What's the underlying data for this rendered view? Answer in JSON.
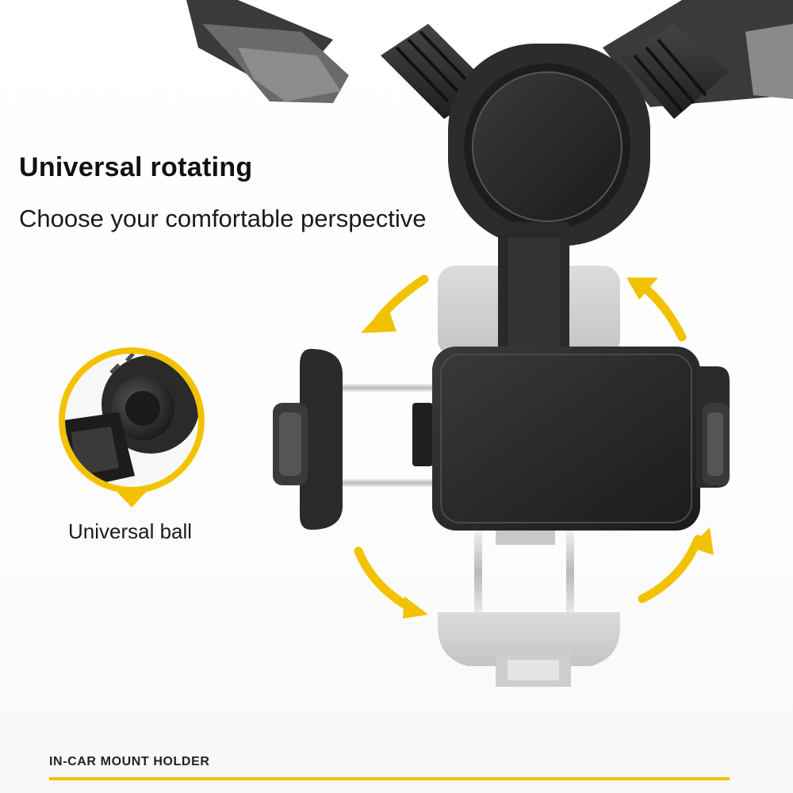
{
  "headline": "Universal rotating",
  "subheadline": "Choose your comfortable perspective",
  "callout": {
    "label": "Universal ball",
    "ring_color": "#f2c200"
  },
  "footer": {
    "title": "IN-CAR MOUNT HOLDER",
    "rule_color": "#f2c200"
  },
  "colors": {
    "accent": "#f2c200",
    "mount_body": "#2b2b2b",
    "ghost_part": "#cfcfcf"
  },
  "icons": [
    "rotate-arrow-icon",
    "universal-ball-callout-icon"
  ]
}
